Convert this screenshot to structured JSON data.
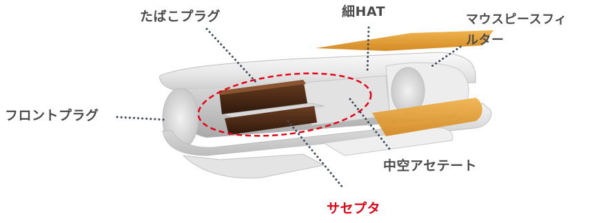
{
  "labels": {
    "tobacco_plug": "たばこプラグ",
    "hat": "細HAT",
    "mouthpiece_filter_line1": "マウスピースフィ",
    "mouthpiece_filter_line2": "ルター",
    "front_plug": "フロントプラグ",
    "hollow_acetate": "中空アセテート",
    "susceptor": "サセプタ"
  },
  "colors": {
    "label_text": "#4a4a4a",
    "susceptor_text": "#e60012",
    "highlight_ellipse": "#e60012",
    "leader_dots": "#3d4a5c",
    "paper_light": "#ececec",
    "paper_shadow": "#c4c4c4",
    "tipping_orange": "#e8a13a",
    "tobacco_brown": "#4a2a17"
  }
}
